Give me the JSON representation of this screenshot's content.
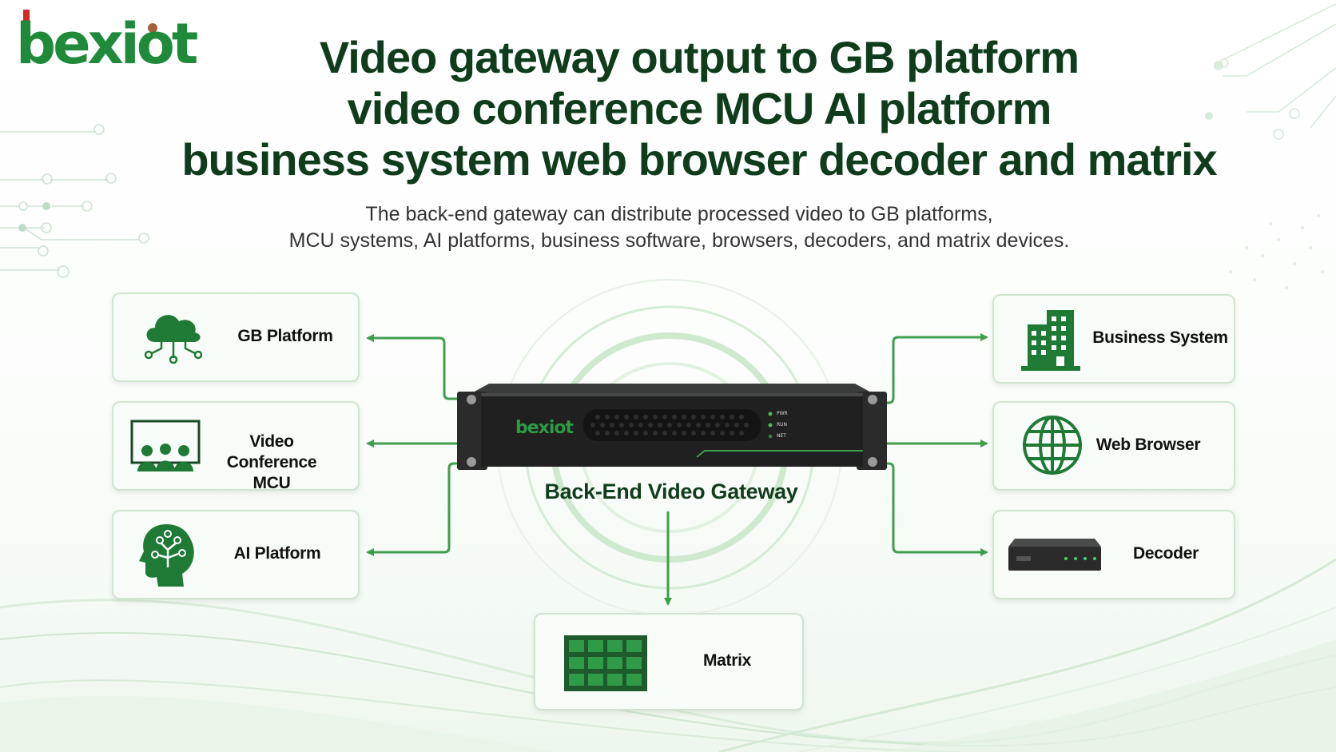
{
  "brand": {
    "logo_text": "bexiot",
    "device_logo_text": "bexiot"
  },
  "title_lines": [
    "Video gateway output to GB platform",
    "video conference MCU AI platform",
    "business system web browser decoder and matrix"
  ],
  "subtitle_lines": [
    "The back-end gateway can distribute processed video to GB platforms,",
    "MCU systems, AI platforms, business software, browsers, decoders, and matrix devices."
  ],
  "gateway": {
    "label": "Back-End Video Gateway",
    "leds": [
      "PWR",
      "RUN",
      "NET"
    ]
  },
  "targets": {
    "gb_platform": {
      "label": "GB Platform",
      "icon": "cloud-network-icon"
    },
    "video_conference": {
      "label_line1": "Video Conference",
      "label_line2": "MCU",
      "icon": "conference-screen-icon"
    },
    "ai_platform": {
      "label": "AI Platform",
      "icon": "ai-head-icon"
    },
    "business_system": {
      "label": "Business System",
      "icon": "office-building-icon"
    },
    "web_browser": {
      "label": "Web Browser",
      "icon": "globe-icon"
    },
    "decoder": {
      "label": "Decoder",
      "icon": "decoder-box-icon"
    },
    "matrix": {
      "label": "Matrix",
      "icon": "video-wall-grid-icon"
    }
  },
  "colors": {
    "accent_green": "#1e8a3a",
    "dark_green": "#0f3d1c",
    "connector_green": "#3f9e4c",
    "logo_red": "#d62828"
  }
}
